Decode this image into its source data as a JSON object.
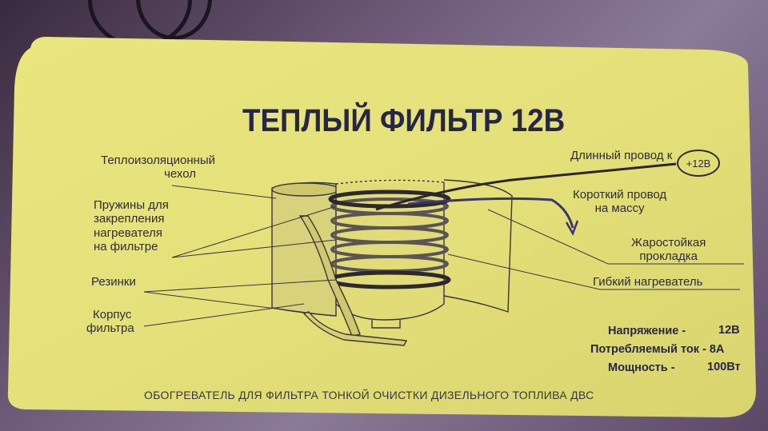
{
  "title": "ТЕПЛЫЙ ФИЛЬТР 12В",
  "labels": {
    "cover_line1": "Теплоизоляционный",
    "cover_line2": "чехол",
    "springs_line1": "Пружины для",
    "springs_line2": "закрепления",
    "springs_line3": "нагревателя",
    "springs_line4": "на фильтре",
    "rubbers": "Резинки",
    "body_line1": "Корпус",
    "body_line2": "фильтра",
    "long_wire": "Длинный провод к",
    "plus12": "+12В",
    "short_wire_line1": "Короткий провод",
    "short_wire_line2": "на массу",
    "gasket_line1": "Жаростойкая",
    "gasket_line2": "прокладка",
    "heater": "Гибкий нагреватель"
  },
  "specs": {
    "voltage_label": "Напряжение -",
    "voltage_value": "12В",
    "current_label": "Потребляемый ток - 8А",
    "power_label": "Мощность -",
    "power_value": "100Вт"
  },
  "footer": "ОБОГРЕВАТЕЛЬ ДЛЯ ФИЛЬТРА ТОНКОЙ ОЧИСТКИ ДИЗЕЛЬНОГО ТОПЛИВА  ДВС",
  "colors": {
    "paper": "#e6e27a",
    "ink": "#2f2c38",
    "title_ink": "#262648",
    "background": "#6d5a78"
  }
}
